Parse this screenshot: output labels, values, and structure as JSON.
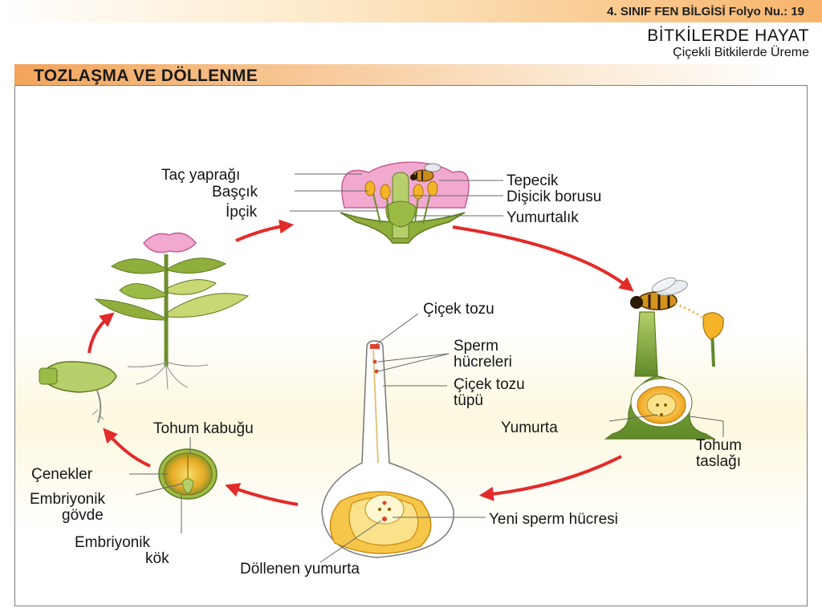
{
  "header": {
    "folio": "4. SINIF FEN BİLGİSİ Folyo Nu.: 19",
    "subject": "BİTKİLERDE HAYAT",
    "subtopic": "Çiçekli Bitkilerde Üreme"
  },
  "section": {
    "title": "TOZLAŞMA VE DÖLLENME"
  },
  "flower_labels": {
    "petal": "Taç yaprağı",
    "anther": "Başçık",
    "filament": "İpçik",
    "stigma": "Tepecik",
    "style": "Dişicik borusu",
    "ovary": "Yumurtalık"
  },
  "pistil_labels": {
    "pollen": "Çiçek tozu",
    "sperm_line1": "Sperm",
    "sperm_line2": "hücreleri",
    "tube_line1": "Çiçek tozu",
    "tube_line2": "tüpü",
    "new_sperm": "Yeni sperm hücresi",
    "fertilized_egg": "Döllenen yumurta"
  },
  "ovule_labels": {
    "egg": "Yumurta",
    "ovule_line1": "Tohum",
    "ovule_line2": "taslağı"
  },
  "seed_labels": {
    "seed_coat": "Tohum kabuğu",
    "cotyledons": "Çenekler",
    "embryo_stem_line1": "Embriyonik",
    "embryo_stem_line2": "gövde",
    "embryo_root_line1": "Embriyonik",
    "embryo_root_line2": "kök"
  },
  "colors": {
    "arrow": "#e32a2a",
    "petal": "#f2a9d0",
    "leaf": "#8fae3c",
    "ovule": "#f5b327",
    "header_accent": "#f3a45c"
  }
}
